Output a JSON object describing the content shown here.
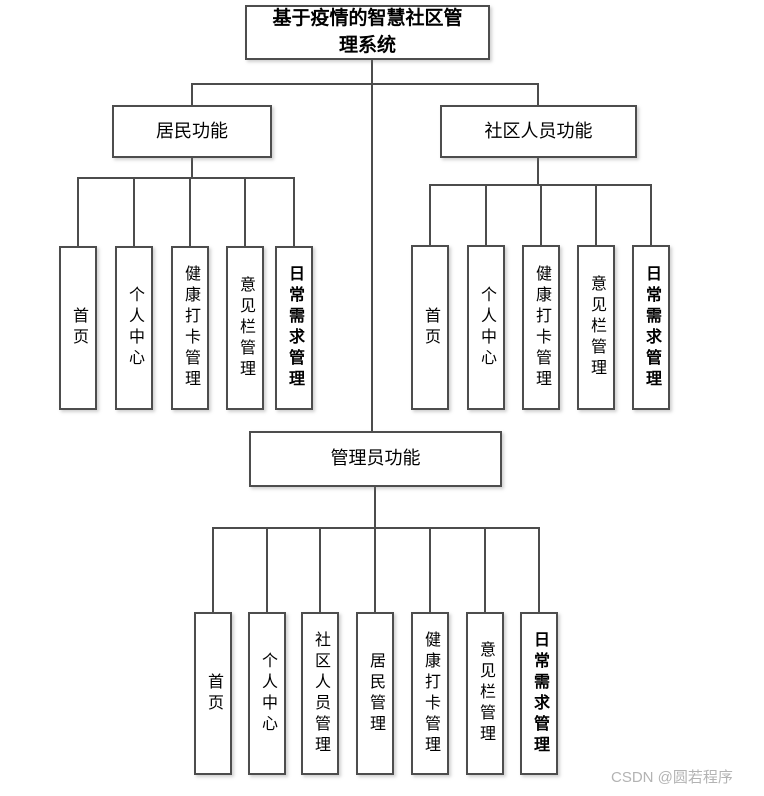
{
  "diagram": {
    "title": {
      "line1": "基于疫情的智慧社区管",
      "line2": "理系统"
    },
    "groups": [
      {
        "label": "居民功能",
        "children": [
          "首页",
          "个人中心",
          "健康打卡管理",
          "意见栏管理",
          "日常需求管理"
        ]
      },
      {
        "label": "社区人员功能",
        "children": [
          "首页",
          "个人中心",
          "健康打卡管理",
          "意见栏管理",
          "日常需求管理"
        ]
      },
      {
        "label": "管理员功能",
        "children": [
          "首页",
          "个人中心",
          "社区人员管理",
          "居民管理",
          "健康打卡管理",
          "意见栏管理",
          "日常需求管理"
        ]
      }
    ],
    "watermark": "CSDN @圆若程序"
  }
}
